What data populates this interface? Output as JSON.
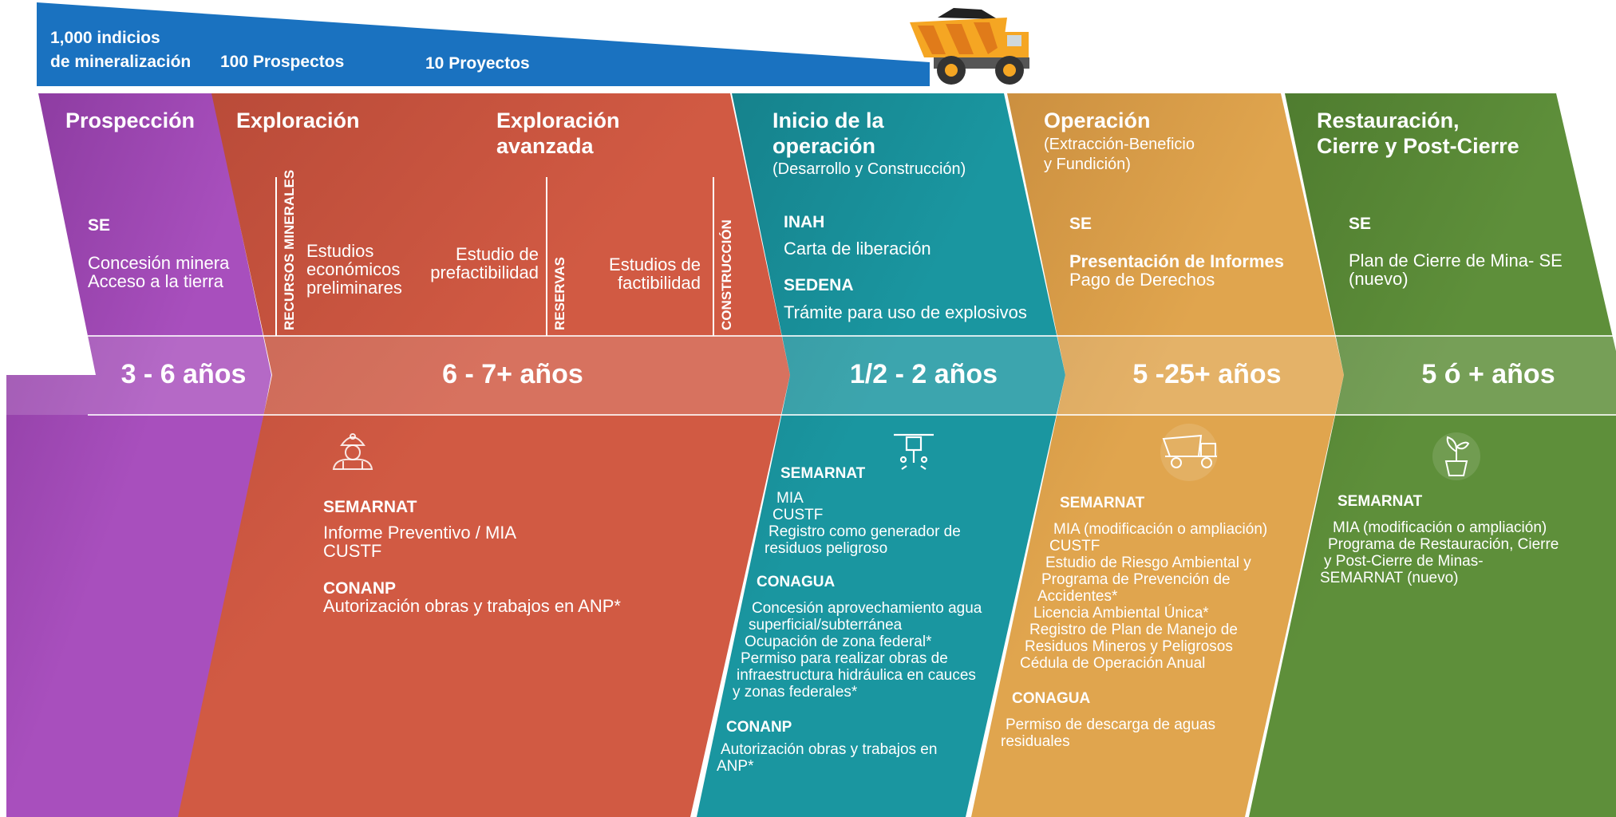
{
  "banner": {
    "indicios_line1": "1,000 indicios",
    "indicios_line2": "de mineralización",
    "prospectos": "100 Prospectos",
    "proyectos": "10 Proyectos",
    "color": "#1a72c0"
  },
  "colors": {
    "purple": "#a84fbd",
    "red": "#d15a43",
    "teal": "#1a96a0",
    "orange": "#e0a54e",
    "green": "#5e8f3a"
  },
  "phases": {
    "prospeccion": {
      "title": "Prospección",
      "agency": "SE",
      "items": [
        "Concesión minera",
        "Acceso a la tierra"
      ],
      "duration": "3 - 6 años"
    },
    "exploracion": {
      "title": "Exploración",
      "title2_line1": "Exploración",
      "title2_line2": "avanzada",
      "vertical_recursos": "RECURSOS MINERALES",
      "vertical_reservas": "RESERVAS",
      "vertical_construccion": "CONSTRUCCIÓN",
      "estudios_prelim": [
        "Estudios",
        "económicos",
        "preliminares"
      ],
      "estudio_prefact": [
        "Estudio de",
        "prefactibilidad"
      ],
      "estudios_fact": [
        "Estudios de",
        "factibilidad"
      ],
      "duration": "6 - 7+ años",
      "icon": "miner-icon",
      "lower": {
        "agency1": "SEMARNAT",
        "items1": [
          "Informe Preventivo / MIA",
          "CUSTF"
        ],
        "agency2": "CONANP",
        "items2": [
          "Autorización obras y trabajos en ANP*"
        ]
      }
    },
    "inicio": {
      "title_line1": "Inicio de la",
      "title_line2": "operación",
      "subtitle": "(Desarrollo y Construcción)",
      "agency1": "INAH",
      "item1": "Carta de liberación",
      "agency2": "SEDENA",
      "item2": "Trámite para uso de explosivos",
      "duration": "1/2 - 2 años",
      "icon": "jackhammer-icon",
      "lower": {
        "agency1": "SEMARNAT",
        "items1": [
          "MIA",
          "CUSTF",
          "Registro como generador de",
          "residuos peligroso"
        ],
        "agency2": "CONAGUA",
        "items2": [
          "Concesión aprovechamiento agua",
          "superficial/subterránea",
          "Ocupación de zona federal*",
          "Permiso para realizar obras de",
          "infraestructura hidráulica en cauces",
          "y zonas federales*"
        ],
        "agency3": "CONANP",
        "items3": [
          "Autorización obras y trabajos en",
          "ANP*"
        ]
      }
    },
    "operacion": {
      "title": "Operación",
      "subtitle_line1": "(Extracción-Beneficio",
      "subtitle_line2": "y Fundición)",
      "agency": "SE",
      "items": [
        "Presentación de Informes",
        "Pago de Derechos"
      ],
      "duration": "5 -25+ años",
      "icon": "dump-truck-icon",
      "lower": {
        "agency1": "SEMARNAT",
        "items1": [
          "MIA (modificación o ampliación)",
          "CUSTF",
          "Estudio de Riesgo Ambiental y",
          "Programa de Prevención de",
          "Accidentes*",
          "Licencia Ambiental Única*",
          "Registro de Plan de Manejo de",
          "Residuos Mineros y Peligrosos",
          "Cédula de Operación Anual"
        ],
        "agency2": "CONAGUA",
        "items2": [
          "Permiso de descarga de aguas",
          "residuales"
        ]
      }
    },
    "restauracion": {
      "title_line1": "Restauración,",
      "title_line2": "Cierre y Post-Cierre",
      "agency": "SE",
      "items": [
        "Plan de Cierre de Mina- SE",
        "(nuevo)"
      ],
      "duration": "5 ó + años",
      "icon": "plant-icon",
      "lower": {
        "agency1": "SEMARNAT",
        "items1": [
          "MIA (modificación o ampliación)",
          "Programa de  Restauración, Cierre",
          "y Post-Cierre de Minas-",
          "SEMARNAT (nuevo)"
        ]
      }
    }
  }
}
